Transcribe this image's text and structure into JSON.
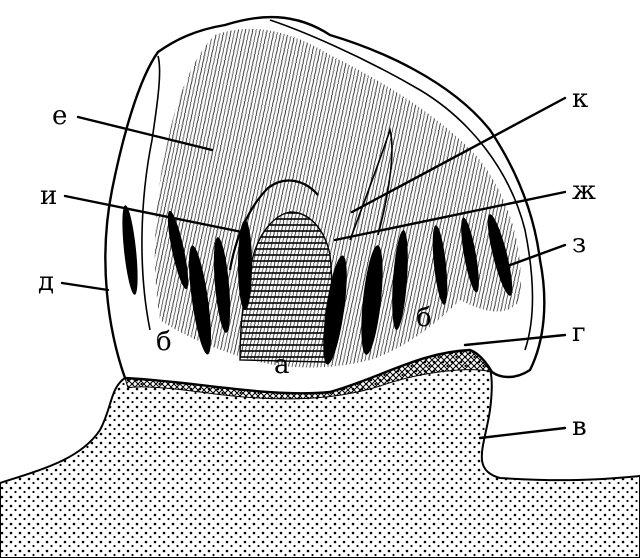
{
  "labels": {
    "a": "а",
    "b1": "б",
    "b2": "б",
    "v": "в",
    "g": "г",
    "d": "д",
    "e": "е",
    "zh": "ж",
    "z": "з",
    "i": "и",
    "k": "к"
  }
}
